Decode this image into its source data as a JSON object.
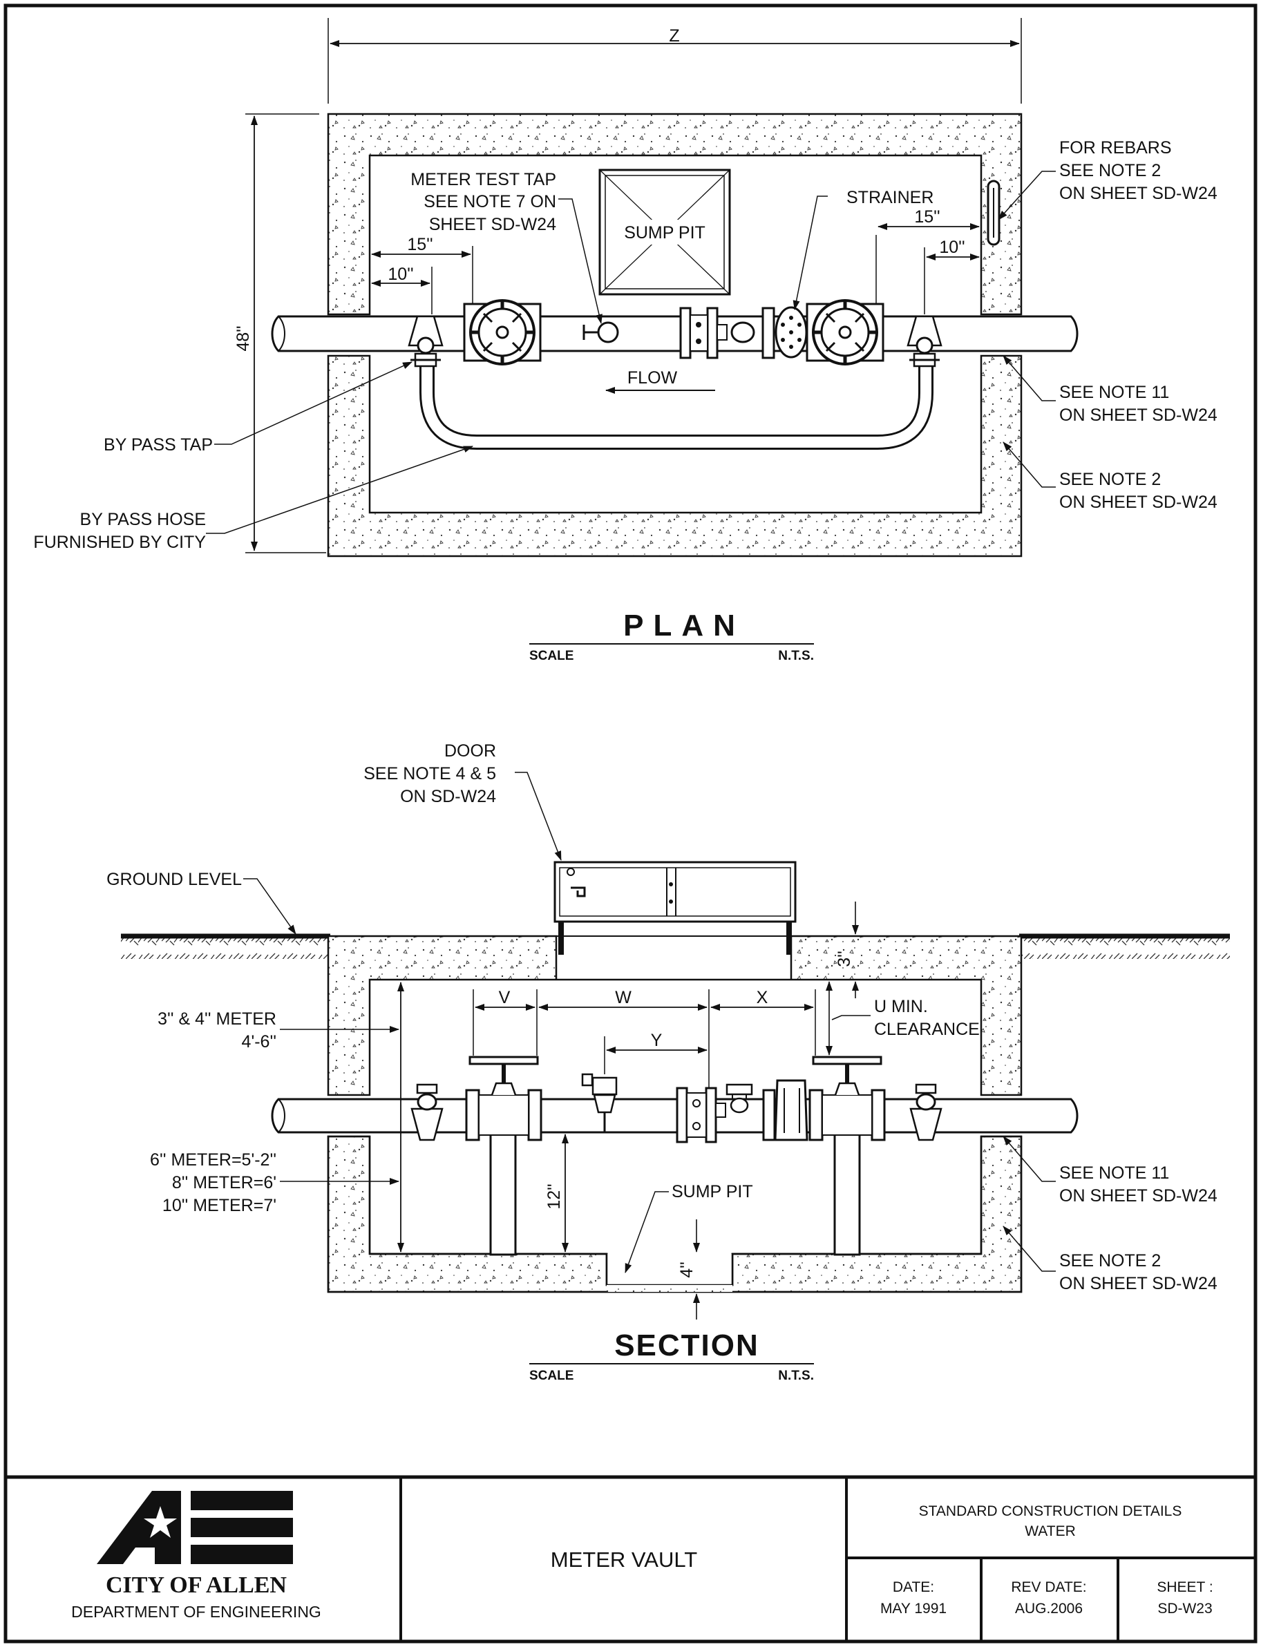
{
  "plan": {
    "dim_width": "Z",
    "dim_height": "48''",
    "meter_test_tap": [
      "METER TEST TAP",
      "SEE NOTE 7 ON",
      "SHEET SD-W24"
    ],
    "sump_pit": "SUMP PIT",
    "strainer": "STRAINER",
    "for_rebars": [
      "FOR REBARS",
      "SEE NOTE 2",
      "ON SHEET SD-W24"
    ],
    "dim_15_left": "15''",
    "dim_10_left": "10''",
    "dim_15_right": "15''",
    "dim_10_right": "10''",
    "flow": "FLOW",
    "by_pass_tap": "BY PASS TAP",
    "by_pass_hose": [
      "BY PASS HOSE",
      "FURNISHED BY CITY"
    ],
    "note11": [
      "SEE NOTE 11",
      "ON SHEET SD-W24"
    ],
    "note2": [
      "SEE NOTE 2",
      "ON SHEET SD-W24"
    ],
    "title": "PLAN",
    "scale_label": "SCALE",
    "scale_value": "N.T.S."
  },
  "section": {
    "door": [
      "DOOR",
      "SEE NOTE 4 & 5",
      "ON SD-W24"
    ],
    "ground_level": "GROUND LEVEL",
    "meter_34": [
      "3'' & 4'' METER",
      "4'-6''"
    ],
    "meter_large": [
      "6'' METER=5'-2''",
      "8'' METER=6'",
      "10'' METER=7'"
    ],
    "dim_v": "V",
    "dim_w": "W",
    "dim_x": "X",
    "dim_y": "Y",
    "dim_3": "3''",
    "dim_12": "12''",
    "dim_4": "4''",
    "u_min": [
      "U MIN.",
      "CLEARANCE"
    ],
    "sump_pit": "SUMP PIT",
    "note11": [
      "SEE NOTE 11",
      "ON SHEET SD-W24"
    ],
    "note2": [
      "SEE NOTE 2",
      "ON SHEET SD-W24"
    ],
    "title": "SECTION",
    "scale_label": "SCALE",
    "scale_value": "N.T.S."
  },
  "title_block": {
    "city": "CITY OF ALLEN",
    "department": "DEPARTMENT OF ENGINEERING",
    "drawing_title": "METER VAULT",
    "header": [
      "STANDARD CONSTRUCTION DETAILS",
      "WATER"
    ],
    "date_label": "DATE:",
    "date_value": "MAY 1991",
    "rev_label": "REV DATE:",
    "rev_value": "AUG.2006",
    "sheet_label": "SHEET :",
    "sheet_value": "SD-W23"
  }
}
